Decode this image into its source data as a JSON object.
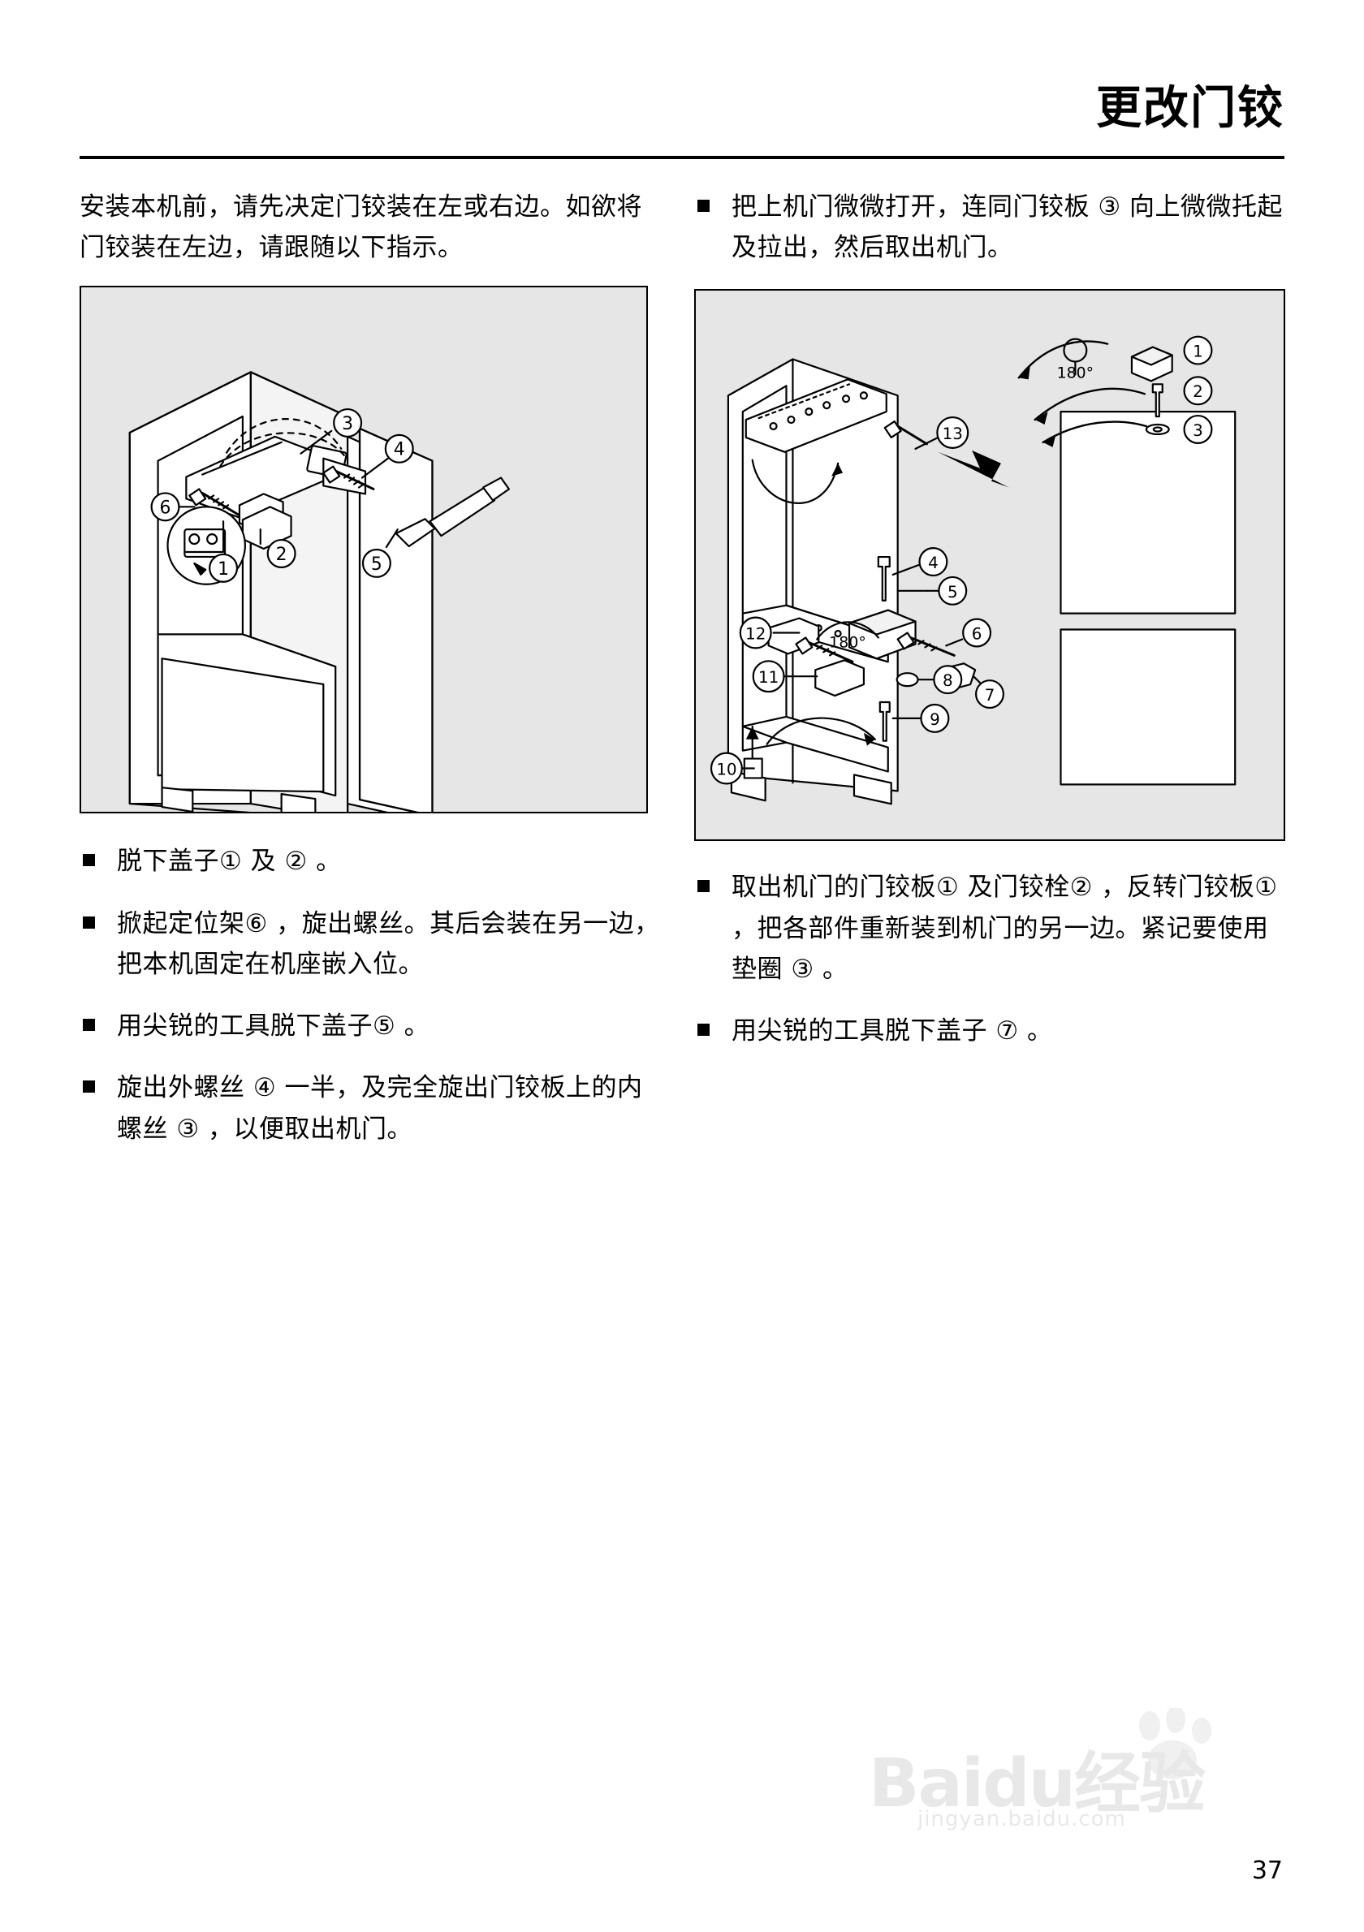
{
  "header": {
    "title": "更改门铰"
  },
  "left_column": {
    "intro": "安装本机前，请先决定门铰装在左或右边。如欲将门铰装在左边，请跟随以下指示。",
    "figure": {
      "name": "door-hinge-removal-diagram",
      "callouts": [
        "1",
        "2",
        "3",
        "4",
        "5",
        "6"
      ]
    },
    "bullets": [
      "脱下盖子① 及 ② 。",
      "掀起定位架⑥ ，旋出螺丝。其后会装在另一边，把本机固定在机座嵌入位。",
      "用尖锐的工具脱下盖子⑤ 。",
      "旋出外螺丝 ④ 一半，及完全旋出门铰板上的内螺丝 ③ ，以便取出机门。"
    ]
  },
  "right_column": {
    "top_bullet": "把上机门微微打开，连同门铰板 ③ 向上微微托起及拉出，然后取出机门。",
    "figure": {
      "name": "hinge-reversal-diagram",
      "callouts": [
        "1",
        "2",
        "3",
        "4",
        "5",
        "6",
        "7",
        "8",
        "9",
        "10",
        "11",
        "12",
        "13"
      ],
      "angle_labels": [
        "180°",
        "180°"
      ]
    },
    "bullets": [
      "取出机门的门铰板① 及门铰栓② ，反转门铰板① ，把各部件重新装到机门的另一边。紧记要使用垫圈 ③ 。",
      "用尖锐的工具脱下盖子 ⑦ 。"
    ]
  },
  "footer": {
    "page_number": "37",
    "watermark_main": "Baidu经验",
    "watermark_sub": "jingyan.baidu.com"
  },
  "colors": {
    "figure_background": "#e6e6e6",
    "line": "#000000",
    "watermark": "#9a9a9a"
  }
}
